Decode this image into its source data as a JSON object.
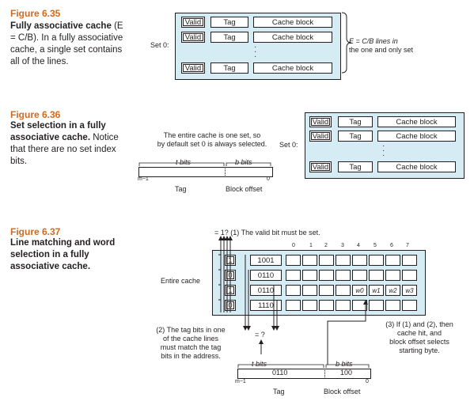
{
  "figures": [
    {
      "number": "Figure 6.35",
      "caption_bold": "Fully associative cache",
      "caption_rest": "(E = C/B). In a fully associative cache, a single set contains all of the lines.",
      "set_label": "Set 0:",
      "rows": [
        {
          "valid": "Valid",
          "tag": "Tag",
          "block": "Cache block"
        },
        {
          "valid": "Valid",
          "tag": "Tag",
          "block": "Cache block"
        },
        {
          "valid": "Valid",
          "tag": "Tag",
          "block": "Cache block"
        }
      ],
      "brace_note_line1": "E = C/B  lines in",
      "brace_note_line2": "the one and only set"
    },
    {
      "number": "Figure 6.36",
      "caption_bold": "Set selection in a fully associative cache.",
      "caption_rest": "Notice that there are no set index bits.",
      "note_line1": "The entire cache is one set, so",
      "note_line2": "by default set 0 is always selected.",
      "set_label": "Set 0:",
      "rows": [
        {
          "valid": "Valid",
          "tag": "Tag",
          "block": "Cache block"
        },
        {
          "valid": "Valid",
          "tag": "Tag",
          "block": "Cache block"
        },
        {
          "valid": "Valid",
          "tag": "Tag",
          "block": "Cache block"
        }
      ],
      "t_bits": "t bits",
      "b_bits": "b bits",
      "msb": "m−1",
      "lsb": "0",
      "tag_label": "Tag",
      "offset_label": "Block offset"
    },
    {
      "number": "Figure 6.37",
      "caption_bold": "Line matching and word selection in a fully associative cache.",
      "top_note": "= 1?  (1) The valid bit must be set.",
      "byte_indices": [
        "0",
        "1",
        "2",
        "3",
        "4",
        "5",
        "6",
        "7"
      ],
      "entire_cache_label": "Entire cache",
      "lines": [
        {
          "valid": "1",
          "tag": "1001"
        },
        {
          "valid": "0",
          "tag": "0110"
        },
        {
          "valid": "1",
          "tag": "0110"
        },
        {
          "valid": "0",
          "tag": "1110"
        }
      ],
      "words": [
        "w0",
        "w1",
        "w2",
        "w3"
      ],
      "note2_line1": "(2) The tag bits in one",
      "note2_line2": "of the cache lines",
      "note2_line3": "must match the tag",
      "note2_line4": "bits in the address.",
      "eq_q": "= ?",
      "note3_line1": "(3) If (1) and (2), then",
      "note3_line2": "cache hit, and",
      "note3_line3": "block offset selects",
      "note3_line4": "starting byte.",
      "t_bits": "t bits",
      "b_bits": "b bits",
      "addr_tag": "0110",
      "addr_offset": "100",
      "msb": "m−1",
      "lsb": "0",
      "tag_label": "Tag",
      "offset_label": "Block offset"
    }
  ]
}
